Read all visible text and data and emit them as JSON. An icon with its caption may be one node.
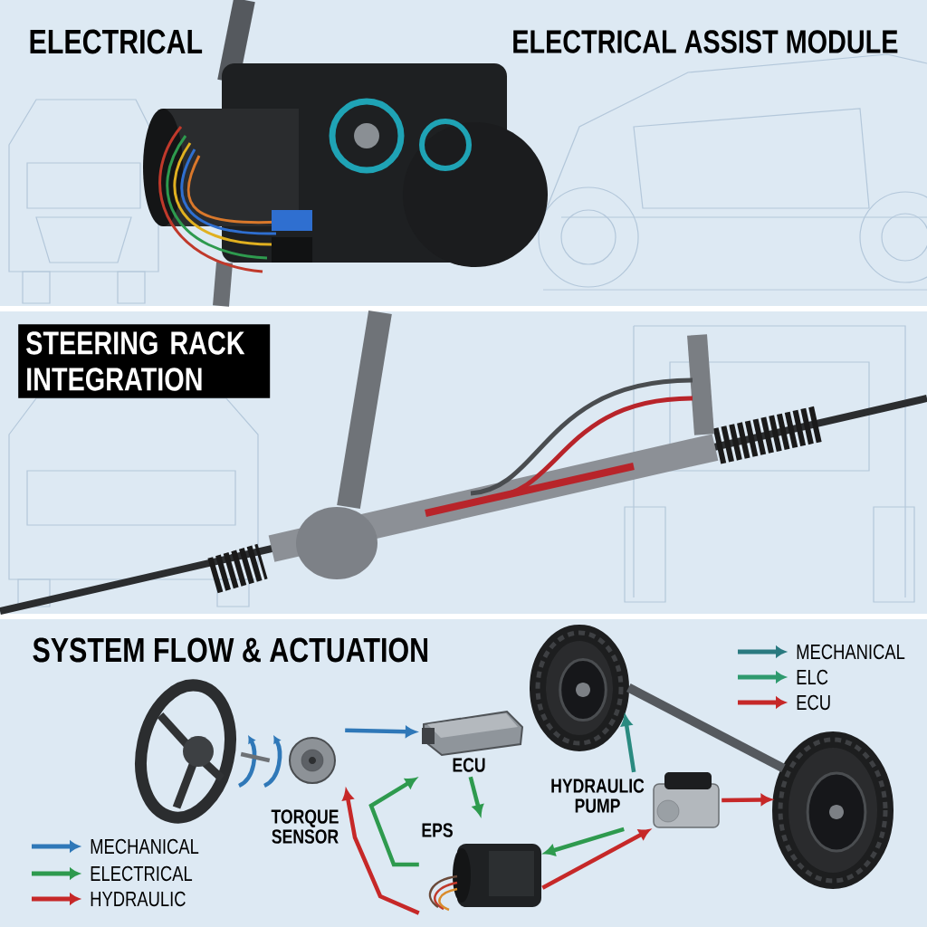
{
  "diagram": {
    "nodes": [
      {
        "text": [],
        "shape": "picture"
      },
      {
        "text": [],
        "shape": "picture",
        "beside": [
          "TORQUE SENSOR"
        ]
      },
      {
        "text": [],
        "shape": "picture",
        "beside": [
          "ECU"
        ]
      },
      {
        "text": [],
        "shape": "picture",
        "beside": [
          "EPS"
        ]
      },
      {
        "text": [],
        "shape": "picture",
        "beside": [
          "HYDRAULIC PUMP"
        ]
      },
      {
        "text": [],
        "shape": "picture"
      },
      {
        "text": [],
        "shape": "picture"
      }
    ],
    "edges": [
      {
        "from": 1,
        "to": 2,
        "arrow": "to",
        "color": "#2f78b8"
      },
      {
        "from": 3,
        "to": 2,
        "arrow": "to",
        "color": "#2e9a4e"
      },
      {
        "from": 3,
        "to": 1,
        "arrow": "to",
        "color": "#c62828"
      },
      {
        "from": 2,
        "to": 3,
        "arrow": "to",
        "color": "#2e9a4e"
      },
      {
        "from": 4,
        "to": 3,
        "arrow": "to",
        "color": "#2e9a4e"
      },
      {
        "from": 3,
        "to": 4,
        "arrow": "to",
        "color": "#c62828"
      },
      {
        "from": 4,
        "to": 5,
        "arrow": "to",
        "color": "#2a8a80"
      },
      {
        "from": 4,
        "to": 6,
        "arrow": "to",
        "color": "#c62828"
      },
      {
        "from": 0,
        "to": 1,
        "arrow": "none",
        "color": "#6d7175"
      },
      {
        "from": 5,
        "to": 6,
        "arrow": "none",
        "style": "thick",
        "color": "#55595e"
      }
    ],
    "labels": [
      "ELECTRICAL",
      "ELECTRICAL ASSIST MODULE",
      "STEERING RACK INTEGRATION",
      "SYSTEM FLOW & ACTUATION"
    ],
    "legend": [
      {
        "text": "MECHANICAL",
        "color": "#2f78b8"
      },
      {
        "text": "ELECTRICAL",
        "color": "#2e9a4e"
      },
      {
        "text": "HYDRAULIC",
        "color": "#c62828"
      },
      {
        "text": "MECHANICAL",
        "color": "#2a7a80"
      },
      {
        "text": "ELC",
        "color": "#2e9a6e"
      },
      {
        "text": "ECU",
        "color": "#c62828"
      }
    ]
  }
}
